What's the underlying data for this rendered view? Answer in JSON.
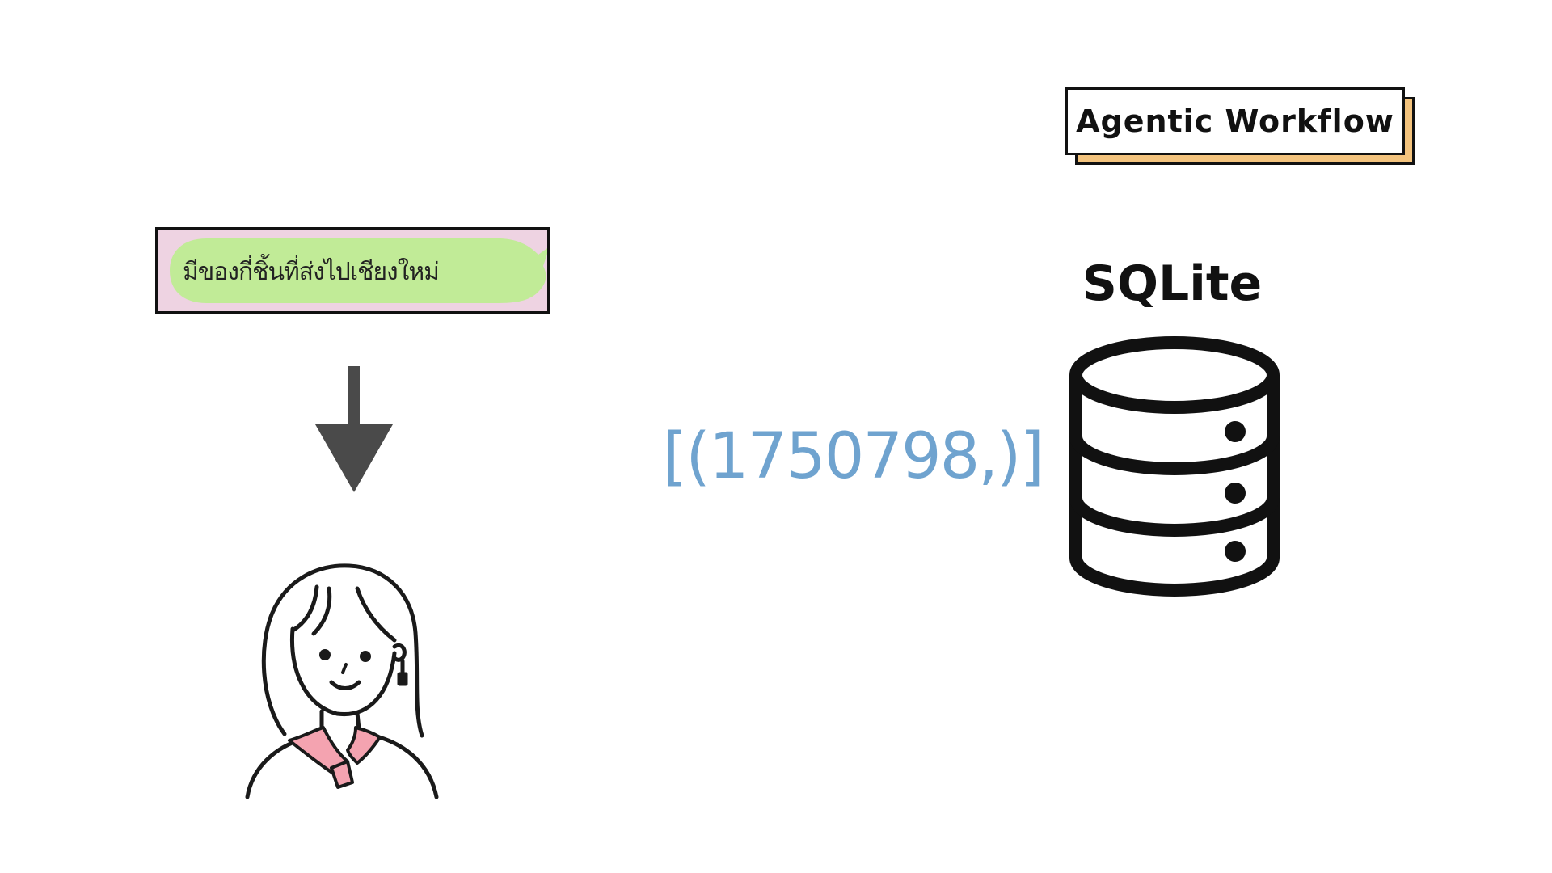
{
  "tag": {
    "label": "Agentic Workflow",
    "shadow_color": "#f3c37d"
  },
  "database": {
    "title": "SQLite",
    "icon": "database-icon"
  },
  "result": {
    "text": "[(1750798,)]",
    "color": "#6fa3cf"
  },
  "question": {
    "text": "มีของกี่ชิ้นที่ส่งไปเชียงใหม่",
    "bubble_color": "#c1eb97",
    "background_color": "#eed3e2"
  },
  "arrow": {
    "icon": "arrow-down-icon",
    "color": "#4a4a4a"
  },
  "person": {
    "icon": "person-icon",
    "scarf_color": "#f4a3b0"
  }
}
